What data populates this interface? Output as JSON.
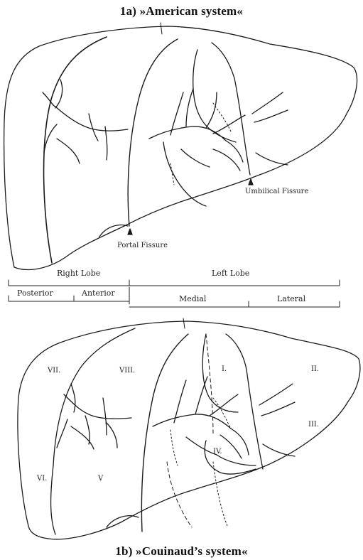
{
  "titles": {
    "top": "1a) »American system«",
    "bottom": "1b) »Couinaud’s system«"
  },
  "fissures": {
    "umbilical": "Umbilical Fissure",
    "portal": "Portal Fissure"
  },
  "lobes": {
    "right": "Right Lobe",
    "left": "Left Lobe",
    "posterior": "Posterior",
    "anterior": "Anterior",
    "medial": "Medial",
    "lateral": "Lateral"
  },
  "segments": {
    "I": "I.",
    "II": "II.",
    "III": "III.",
    "IV": "IV.",
    "V": "V",
    "VI": "VI.",
    "VII": "VII.",
    "VIII": "VIII."
  }
}
